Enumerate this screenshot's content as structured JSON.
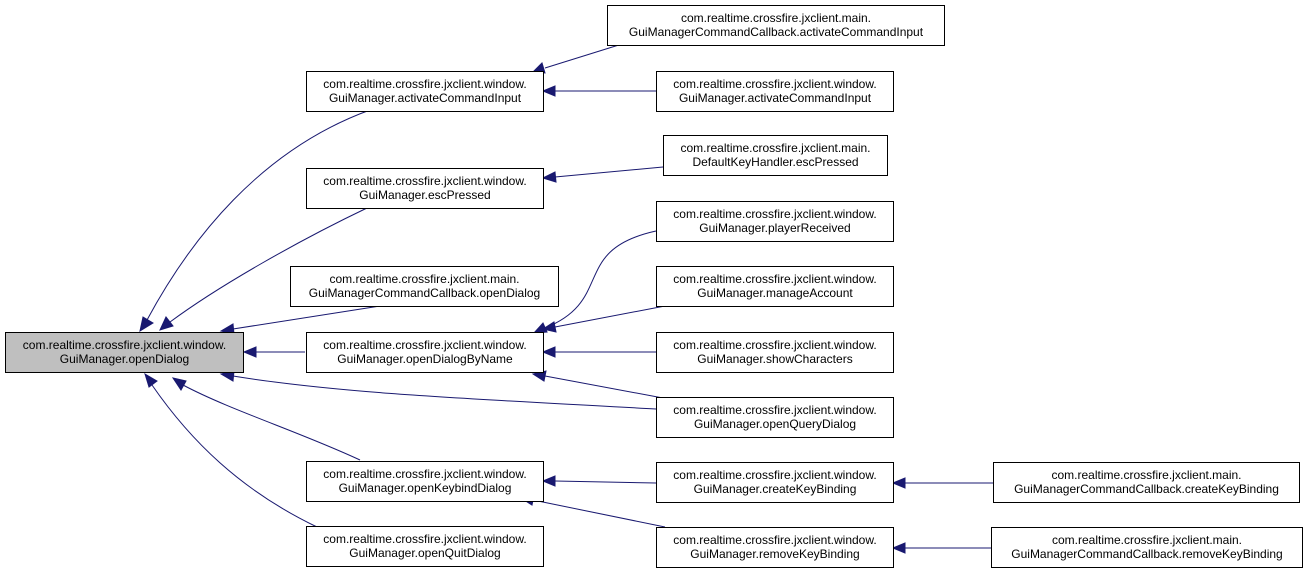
{
  "graph": {
    "edge_color": "#191970",
    "root_fill": "#bfbfbf",
    "nodes": [
      {
        "id": "root",
        "line1": "com.realtime.crossfire.jxclient.window.",
        "line2": "GuiManager.openDialog",
        "root": true
      },
      {
        "id": "gm_aci",
        "line1": "com.realtime.crossfire.jxclient.window.",
        "line2": "GuiManager.activateCommandInput"
      },
      {
        "id": "gm_esc",
        "line1": "com.realtime.crossfire.jxclient.window.",
        "line2": "GuiManager.escPressed"
      },
      {
        "id": "gmcc_od",
        "line1": "com.realtime.crossfire.jxclient.main.",
        "line2": "GuiManagerCommandCallback.openDialog"
      },
      {
        "id": "gm_odbn",
        "line1": "com.realtime.crossfire.jxclient.window.",
        "line2": "GuiManager.openDialogByName"
      },
      {
        "id": "gm_okd",
        "line1": "com.realtime.crossfire.jxclient.window.",
        "line2": "GuiManager.openKeybindDialog"
      },
      {
        "id": "gm_oqud",
        "line1": "com.realtime.crossfire.jxclient.window.",
        "line2": "GuiManager.openQuitDialog"
      },
      {
        "id": "gmcc_aci",
        "line1": "com.realtime.crossfire.jxclient.main.",
        "line2": "GuiManagerCommandCallback.activateCommandInput"
      },
      {
        "id": "gm_aci2",
        "line1": "com.realtime.crossfire.jxclient.window.",
        "line2": "GuiManager.activateCommandInput"
      },
      {
        "id": "dkh_esc",
        "line1": "com.realtime.crossfire.jxclient.main.",
        "line2": "DefaultKeyHandler.escPressed"
      },
      {
        "id": "gm_pr",
        "line1": "com.realtime.crossfire.jxclient.window.",
        "line2": "GuiManager.playerReceived"
      },
      {
        "id": "gm_ma",
        "line1": "com.realtime.crossfire.jxclient.window.",
        "line2": "GuiManager.manageAccount"
      },
      {
        "id": "gm_sc",
        "line1": "com.realtime.crossfire.jxclient.window.",
        "line2": "GuiManager.showCharacters"
      },
      {
        "id": "gm_oqd",
        "line1": "com.realtime.crossfire.jxclient.window.",
        "line2": "GuiManager.openQueryDialog"
      },
      {
        "id": "gm_ckb",
        "line1": "com.realtime.crossfire.jxclient.window.",
        "line2": "GuiManager.createKeyBinding"
      },
      {
        "id": "gm_rkb",
        "line1": "com.realtime.crossfire.jxclient.window.",
        "line2": "GuiManager.removeKeyBinding"
      },
      {
        "id": "gmcc_ckb",
        "line1": "com.realtime.crossfire.jxclient.main.",
        "line2": "GuiManagerCommandCallback.createKeyBinding"
      },
      {
        "id": "gmcc_rkb",
        "line1": "com.realtime.crossfire.jxclient.main.",
        "line2": "GuiManagerCommandCallback.removeKeyBinding"
      }
    ],
    "edges": [
      {
        "from": "gm_aci",
        "to": "root"
      },
      {
        "from": "gm_esc",
        "to": "root"
      },
      {
        "from": "gmcc_od",
        "to": "root"
      },
      {
        "from": "gm_odbn",
        "to": "root"
      },
      {
        "from": "gm_oqd",
        "to": "root"
      },
      {
        "from": "gm_okd",
        "to": "root"
      },
      {
        "from": "gm_oqud",
        "to": "root"
      },
      {
        "from": "gmcc_aci",
        "to": "gm_aci"
      },
      {
        "from": "gm_aci2",
        "to": "gm_aci"
      },
      {
        "from": "dkh_esc",
        "to": "gm_esc"
      },
      {
        "from": "gm_pr",
        "to": "gm_odbn"
      },
      {
        "from": "gm_ma",
        "to": "gm_odbn"
      },
      {
        "from": "gm_sc",
        "to": "gm_odbn"
      },
      {
        "from": "gm_oqd",
        "to": "gm_odbn"
      },
      {
        "from": "gm_ckb",
        "to": "gm_okd"
      },
      {
        "from": "gm_rkb",
        "to": "gm_okd"
      },
      {
        "from": "gmcc_ckb",
        "to": "gm_ckb"
      },
      {
        "from": "gmcc_rkb",
        "to": "gm_rkb"
      }
    ]
  }
}
